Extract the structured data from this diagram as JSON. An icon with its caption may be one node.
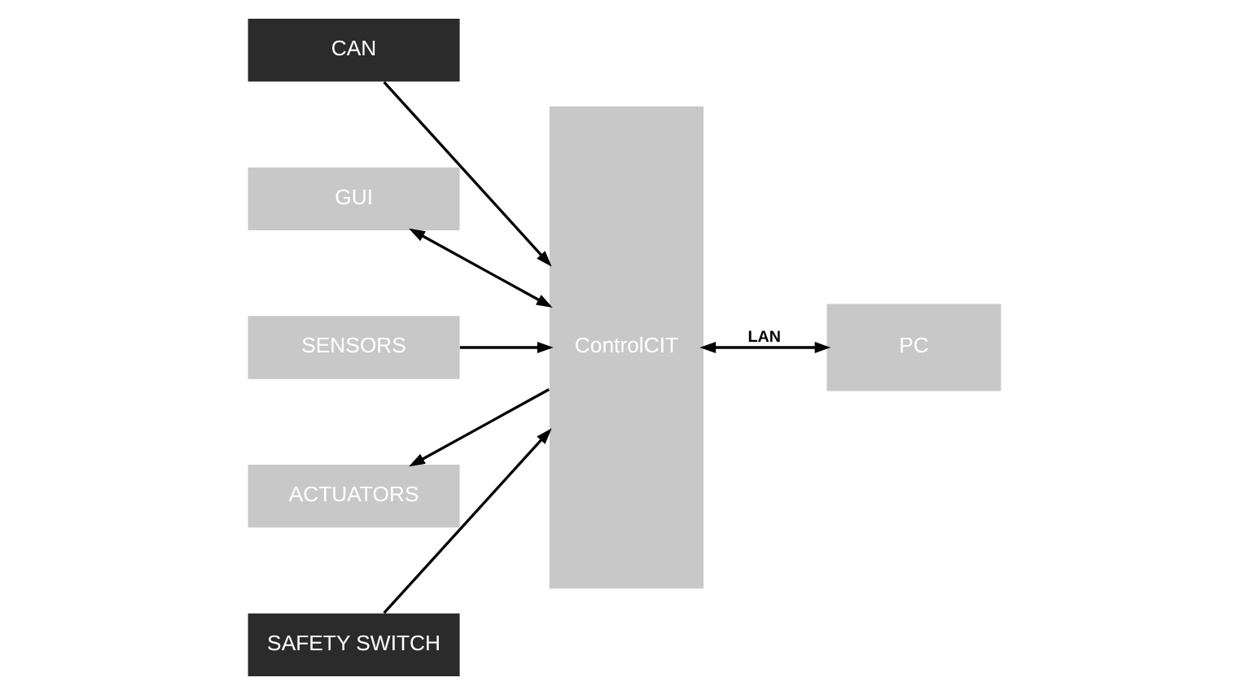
{
  "diagram": {
    "nodes": [
      {
        "text": [
          "CAN"
        ]
      },
      {
        "text": [
          "GUI"
        ]
      },
      {
        "text": [
          "SENSORS"
        ]
      },
      {
        "text": [
          "ACTUATORS"
        ]
      },
      {
        "text": [
          "SAFETY SWITCH"
        ]
      },
      {
        "text": [
          "ControlCIT"
        ]
      },
      {
        "text": [
          "PC"
        ]
      }
    ],
    "edges": [
      {
        "from": 0,
        "to": 5,
        "arrow": "to"
      },
      {
        "from": 1,
        "to": 5,
        "arrow": "both"
      },
      {
        "from": 2,
        "to": 5,
        "arrow": "to"
      },
      {
        "from": 5,
        "to": 3,
        "arrow": "to"
      },
      {
        "from": 4,
        "to": 5,
        "arrow": "to"
      },
      {
        "from": 5,
        "to": 6,
        "label": "LAN",
        "arrow": "both"
      }
    ]
  }
}
